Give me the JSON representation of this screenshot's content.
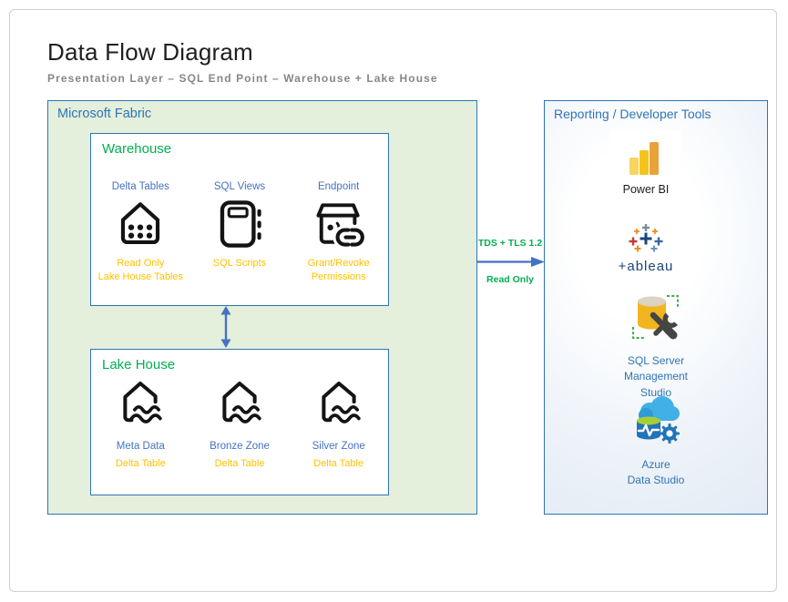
{
  "header": {
    "title": "Data Flow Diagram",
    "subtitle": "Presentation Layer – SQL End Point – Warehouse + Lake House"
  },
  "fabric": {
    "title": "Microsoft Fabric",
    "warehouse": {
      "title": "Warehouse",
      "items": [
        {
          "name": "Delta Tables",
          "icon": "house-dots-icon",
          "caption1": "Read Only",
          "caption2": "Lake House Tables"
        },
        {
          "name": "SQL Views",
          "icon": "journal-icon",
          "caption1": "SQL Scripts",
          "caption2": ""
        },
        {
          "name": "Endpoint",
          "icon": "box-link-icon",
          "caption1": "Grant/Revoke",
          "caption2": "Permissions"
        }
      ]
    },
    "lakehouse": {
      "title": "Lake House",
      "items": [
        {
          "name": "Meta Data",
          "icon": "lake-house-icon",
          "caption": "Delta Table"
        },
        {
          "name": "Bronze Zone",
          "icon": "lake-house-icon",
          "caption": "Delta Table"
        },
        {
          "name": "Silver Zone",
          "icon": "lake-house-icon",
          "caption": "Delta Table"
        }
      ]
    }
  },
  "connection": {
    "protocol": "TDS + TLS 1.2",
    "mode": "Read Only",
    "direction": "right"
  },
  "reporting": {
    "title": "Reporting / Developer Tools",
    "tools": [
      {
        "icon": "power-bi-icon",
        "label": "Power BI"
      },
      {
        "icon": "tableau-icon",
        "wordmark": "+ableau"
      },
      {
        "icon": "ssms-icon",
        "line1": "SQL Server",
        "line2": "Management",
        "line3": "Studio"
      },
      {
        "icon": "azure-data-studio-icon",
        "line1": "Azure",
        "line2": "Data Studio"
      }
    ]
  },
  "colors": {
    "accent_blue": "#2e75b6",
    "label_blue": "#4472c4",
    "green": "#00b050",
    "orange": "#ffc000",
    "fabric_bg": "#e4efdc",
    "arrow_blue": "#4472c4"
  }
}
